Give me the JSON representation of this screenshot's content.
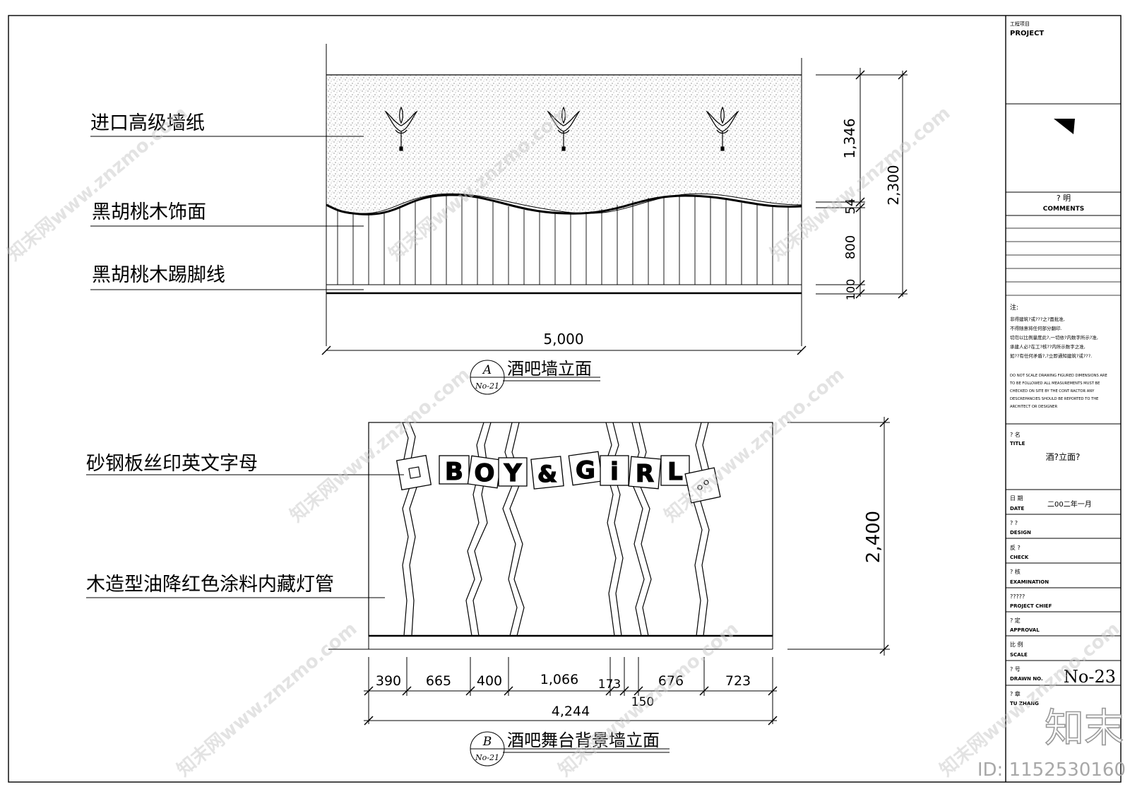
{
  "elevation_a": {
    "labels": [
      "进口高级墙纸",
      "黑胡桃木饰面",
      "黑胡桃木踢脚线"
    ],
    "dim_total_width": "5,000",
    "dim_heights": [
      "1,346",
      "54",
      "800",
      "100"
    ],
    "dim_total_height": "2,300",
    "caption": {
      "letter": "A",
      "sheet": "No-21",
      "title": "酒吧墙立面"
    }
  },
  "elevation_b": {
    "labels": [
      "砂钢板丝印英文字母",
      "木造型油降红色涂料内藏灯管"
    ],
    "letters": [
      "B",
      "O",
      "Y",
      "&",
      "G",
      "i",
      "R",
      "L"
    ],
    "dim_segments": [
      "390",
      "665",
      "400",
      "1,066",
      "173",
      "676",
      "723"
    ],
    "dim_small": "150",
    "dim_total_width": "4,244",
    "dim_total_height": "2,400",
    "caption": {
      "letter": "B",
      "sheet": "No-21",
      "title": "酒吧舞台背景墙立面"
    }
  },
  "title_block": {
    "project_cn": "工程项目",
    "project_en": "PROJECT",
    "comments_cn": "? 明",
    "comments_en": "COMMENTS",
    "notes_title": "注:",
    "notes_cn": [
      "非得建筑?或???之?面批准,",
      "不得随意将任何部分翻印.",
      "切勿以比例量度此?,一切依?内数字所示?准,",
      "承建人必?在工?核??内所示数字之准,",
      "如??有任何矛盾?,?立即通知建筑?或???."
    ],
    "notes_en": [
      "DO NOT SCALE DRAWING FIGURED DIMENSIONS ARE",
      "TO BE FOLLOWED ALL MEASUREMENTS MUST BE",
      "CHECKED ON SITE BY THE CONT RACTOR ANY",
      "DESCREPANCIES SHOULD BE REPORTED TO THE",
      "ARCHITECT OR DESIGNER"
    ],
    "title_cn": "? 名",
    "title_en": "TITLE",
    "title_value": "酒?立面?",
    "date_cn": "日 期",
    "date_en": "DATE",
    "date_value": "二00二年一月",
    "design_cn": "? ?",
    "design_en": "DESIGN",
    "check_cn": "反 ?",
    "check_en": "CHECK",
    "exam_cn": "? 核",
    "exam_en": "EXAMINATION",
    "chief_cn": "?????",
    "chief_en": "PROJECT CHIEF",
    "approval_cn": "? 定",
    "approval_en": "APPROVAL",
    "scale_cn": "比 例",
    "scale_en": "SCALE",
    "drawn_cn": "? 号",
    "drawn_en": "DRAWN NO.",
    "drawn_value": "No-23",
    "tu_cn": "? 章",
    "tu_en": "TU ZHANG"
  },
  "watermark": {
    "site": "知末网www.znzmo.com",
    "logo": "知末",
    "id": "ID: 1152530160"
  }
}
